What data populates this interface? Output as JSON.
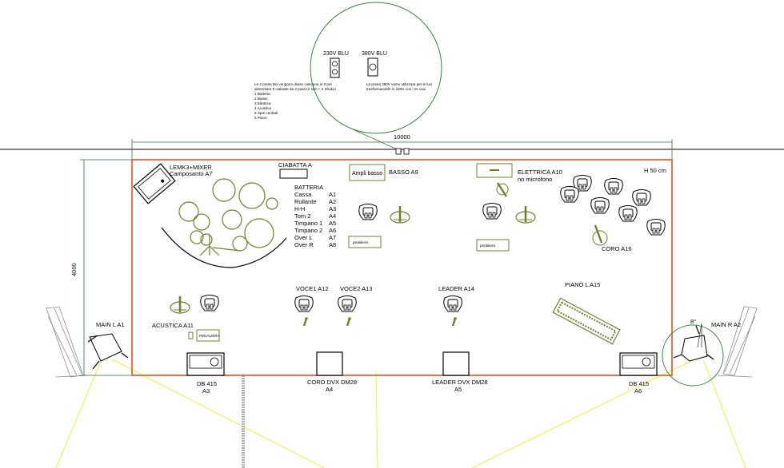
{
  "power": {
    "outlet_230": "230V BLU",
    "outlet_380": "380V BLU",
    "note_left": [
      "Le 2 prese blu vengono divise ciascuna in 3 per",
      "alimentare 6 ciabatte da 4 posti (2 16A + 2 Shuko)",
      "1 Batteria",
      "2 Basso",
      "3 Elettrica",
      "4 Acustica",
      "5 Spie centrali",
      "6 Piano"
    ],
    "note_right": [
      "La presa 380V viene utilizzata per le luci",
      "trasformandole in 220V con i ns cavi"
    ]
  },
  "dimensions": {
    "width": "10000",
    "depth": "4000",
    "height": "H 50 cm",
    "angle": "8°"
  },
  "labels": {
    "lemk_line1": "LEMK3+MIXER",
    "lemk_line2": "Camposanto  A7",
    "ciabatta": "CIABATTA A",
    "ampli_basso": "Ampli basso",
    "basso": "BASSO A9",
    "elettrica_line1": "ELETTRICA A10",
    "elettrica_line2": "no microfono",
    "coro": "CORO A16",
    "pedaliera": "pedaliera",
    "pedaliera_caps": "PEDALIERA",
    "acustica": "ACUSTICA A11",
    "voce1": "VOCE1  A12",
    "voce2": "VOCE2  A13",
    "leader": "LEADER  A14",
    "piano": "PIANO L   A15",
    "main_l": "MAIN L  A1",
    "main_r": "MAIN R  A2",
    "db415_left_1": "DB 415",
    "db415_left_2": "A3",
    "coro_dvx_1": "CORO DVX DM28",
    "coro_dvx_2": "A4",
    "leader_dvx_1": "LEADER DVX DM28",
    "leader_dvx_2": "A5",
    "db415_right_1": "DB 415",
    "db415_right_2": "A6"
  },
  "batteria": {
    "title": "BATTERIA",
    "items": [
      {
        "name": "Cassa",
        "ch": "A1"
      },
      {
        "name": "Rullante",
        "ch": "A2"
      },
      {
        "name": "H-H",
        "ch": "A3"
      },
      {
        "name": "Tom 2",
        "ch": "A4"
      },
      {
        "name": "Timpano 1",
        "ch": "A5"
      },
      {
        "name": "Timpano 2",
        "ch": "A6"
      },
      {
        "name": "Over L",
        "ch": "A7"
      },
      {
        "name": "Over R",
        "ch": "A8"
      }
    ]
  },
  "colors": {
    "stage_outline": "#e8501c",
    "equipment": "#6f7f2a",
    "light_beam": "#f2ee3a",
    "ink": "#000000"
  }
}
